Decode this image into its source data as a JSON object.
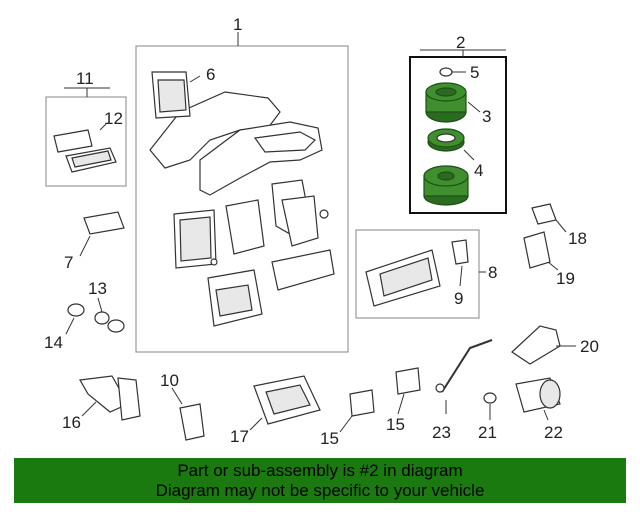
{
  "callouts": {
    "c1": "1",
    "c2": "2",
    "c3": "3",
    "c4": "4",
    "c5": "5",
    "c6": "6",
    "c7": "7",
    "c8": "8",
    "c9": "9",
    "c10": "10",
    "c11": "11",
    "c12": "12",
    "c13": "13",
    "c14": "14",
    "c15a": "15",
    "c15b": "15",
    "c16": "16",
    "c17": "17",
    "c18": "18",
    "c19": "19",
    "c20": "20",
    "c21": "21",
    "c22": "22",
    "c23": "23"
  },
  "banner": {
    "line1": "Part or sub-assembly is #2 in diagram",
    "line2": "Diagram may not be specific to your vehicle"
  },
  "colors": {
    "highlight": "#3f8f2e",
    "banner": "#1a7a10"
  }
}
